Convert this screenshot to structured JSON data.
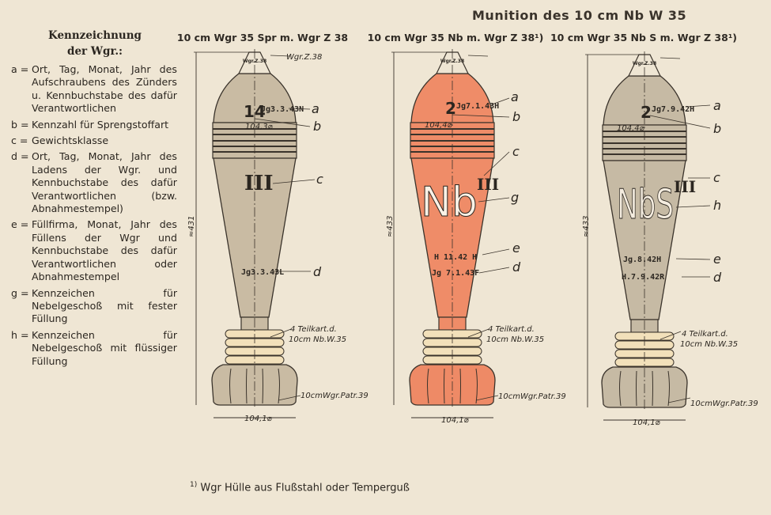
{
  "title": "Munition des 10 cm Nb W 35",
  "legend": {
    "heading_line1": "Kennzeichnung",
    "heading_line2": "der Wgr.:",
    "items": [
      {
        "key": "a =",
        "text": "Ort, Tag, Monat, Jahr des Aufschraubens des Zünders u. Kennbuchstabe des dafür Verantwortlichen"
      },
      {
        "key": "b =",
        "text": "Kennzahl für Sprengstoffart"
      },
      {
        "key": "c =",
        "text": "Gewichtsklasse"
      },
      {
        "key": "d =",
        "text": "Ort, Tag, Monat, Jahr des Ladens der Wgr. und Kennbuchstabe des dafür Verantwortlichen (bzw. Abnahmestempel)"
      },
      {
        "key": "e =",
        "text": "Füllfirma, Monat, Jahr des Füllens der Wgr und Kennbuchstabe des dafür Verantwortlichen oder Abnahmestempel"
      },
      {
        "key": "g =",
        "text": "Kennzeichen für Nebelgeschoß mit fester Füllung"
      },
      {
        "key": "h =",
        "text": "Kennzeichen für Nebelgeschoß mit flüssiger Füllung"
      }
    ]
  },
  "shells": [
    {
      "heading": "10 cm Wgr 35 Spr m. Wgr Z 38",
      "body_color": "#c9bba3",
      "fin_color": "#c9bba3",
      "fuze_label": "Wgr.Z.38",
      "fuze_mark": "Wgr.Z.38",
      "kennzahl": "14",
      "mark_a": "Jg3.3.43N",
      "band_dim": "104,3⌀",
      "weight_class": "III",
      "big_mark": "",
      "mark_e": "",
      "mark_d": "Jg3.3.43L",
      "length_dim": "≈431",
      "charges_line1": "4 Teilkart.d.",
      "charges_line2": "10cm Nb.W.35",
      "cartridge": "10cmWgr.Patr.39",
      "fin_dim": "104,1⌀",
      "letters": [
        "a",
        "b",
        "c",
        "d"
      ]
    },
    {
      "heading": "10 cm Wgr 35 Nb  m. Wgr Z 38¹)",
      "body_color": "#ef8c68",
      "fin_color": "#ee8a66",
      "fuze_mark": "Wgr.Z.38",
      "kennzahl": "2",
      "mark_a": "Jg7.1.43H",
      "band_dim": "104,4⌀",
      "weight_class": "III",
      "big_mark": "Nb",
      "mark_e": "H 11.42 H",
      "mark_d": "Jg 7.1.43F",
      "length_dim": "≈433",
      "charges_line1": "4 Teilkart.d.",
      "charges_line2": "10cm Nb.W.35",
      "cartridge": "10cmWgr.Patr.39",
      "fin_dim": "104,1⌀",
      "letters": [
        "a",
        "b",
        "c",
        "g",
        "e",
        "d"
      ]
    },
    {
      "heading": "10 cm Wgr 35 Nb S m. Wgr Z 38¹)",
      "body_color": "#c6baa4",
      "fin_color": "#c6baa4",
      "fuze_mark": "Wgr.Z.38",
      "kennzahl": "2",
      "mark_a": "Jg7.9.42H",
      "band_dim": "104,4⌀",
      "weight_class": "III",
      "big_mark": "NbS",
      "mark_e": "Jg.8.42H",
      "mark_d": "H.7.9.42R",
      "length_dim": "≈433",
      "charges_line1": "4 Teilkart.d.",
      "charges_line2": "10cm Nb.W.35",
      "cartridge": "10cmWgr.Patr.39",
      "fin_dim": "104,1⌀",
      "letters": [
        "a",
        "b",
        "c",
        "h",
        "e",
        "d"
      ]
    }
  ],
  "footnote": {
    "marker": "1)",
    "text": "Wgr Hülle aus Flußstahl oder Temperguß"
  }
}
